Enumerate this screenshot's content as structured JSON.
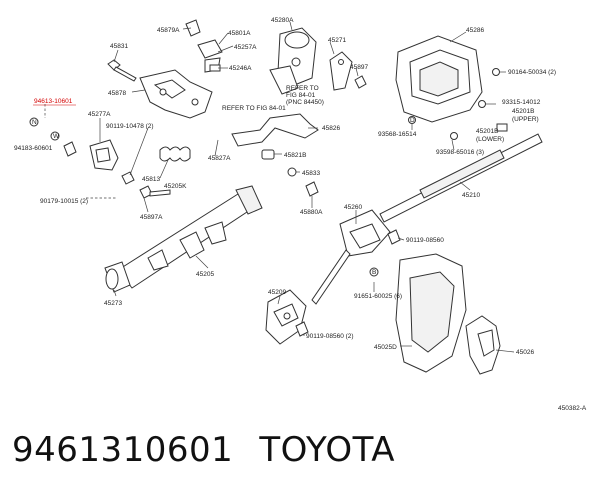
{
  "parts": {
    "p45879a": "45879A",
    "p45801a": "45801A",
    "p45280a": "45280A",
    "p45286": "45286",
    "p45831": "45831",
    "p45257a": "45257A",
    "p45271": "45271",
    "p45246a": "45246A",
    "p45897": "45897",
    "p90164": "90164-50034 (2)",
    "p45878": "45878",
    "p94613": "94613-10601",
    "p45277a": "45277A",
    "p90119_10478": "90119-10478 (2)",
    "p93315": "93315-14012",
    "p45201b_upper": "45201B",
    "p45201b_upper_note": "(UPPER)",
    "p45201b_lower": "45201B",
    "p45201b_lower_note": "(LOWER)",
    "p94183": "94183-60601",
    "p45826": "45826",
    "p93568": "93568-16514",
    "p93598": "93598-65016 (3)",
    "p45827a": "45827A",
    "p45821b": "45821B",
    "p45813": "45813",
    "p45205k": "45205K",
    "p45833": "45833",
    "p45210": "45210",
    "p90179": "90179-10015 (2)",
    "p45897a": "45897A",
    "p45880a": "45880A",
    "p45260": "45260",
    "p90119_08560a": "90119-08560",
    "p45205": "45205",
    "p45209": "45209",
    "p91651": "91651-60025 (6)",
    "p45273": "45273",
    "p90119_08560b": "90119-08560 (2)",
    "p45025d": "45025D",
    "p45026": "45026",
    "ref1_line1": "REFER TO FIG 84-01",
    "ref2_line1": "REFER TO",
    "ref2_line2": "FIG 84-01",
    "ref2_line3": "(PNC 84450)",
    "marker_n": "N",
    "marker_w": "W",
    "marker_b": "B",
    "marker_d": "D",
    "diagram_code": "450382-A"
  },
  "caption": {
    "part_number": "9461310601",
    "brand": "TOYOTA"
  },
  "colors": {
    "highlight": "#d40000",
    "ink": "#222222"
  }
}
